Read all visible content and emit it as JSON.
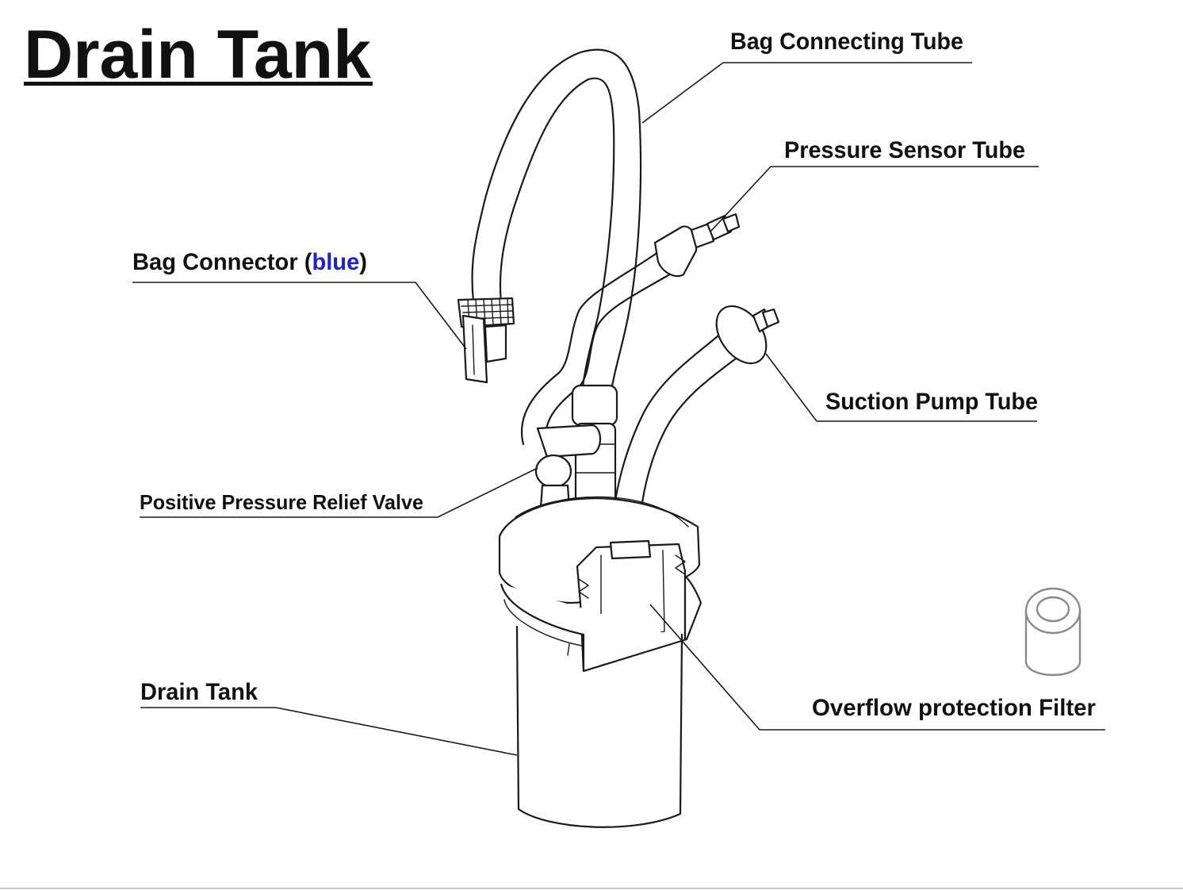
{
  "title": "Drain Tank",
  "labels": {
    "bag_connecting_tube": "Bag Connecting Tube",
    "pressure_sensor_tube": "Pressure Sensor Tube",
    "bag_connector_prefix": "Bag Connector (",
    "bag_connector_color": "blue",
    "bag_connector_suffix": ")",
    "suction_pump_tube": "Suction Pump Tube",
    "positive_pressure_relief_valve": "Positive Pressure Relief Valve",
    "drain_tank": "Drain Tank",
    "overflow_protection_filter": "Overflow protection Filter"
  },
  "colors": {
    "ink": "#1a1a1a",
    "accent_blue": "#1f1fd6",
    "filter_gray": "#8a8a8a"
  }
}
